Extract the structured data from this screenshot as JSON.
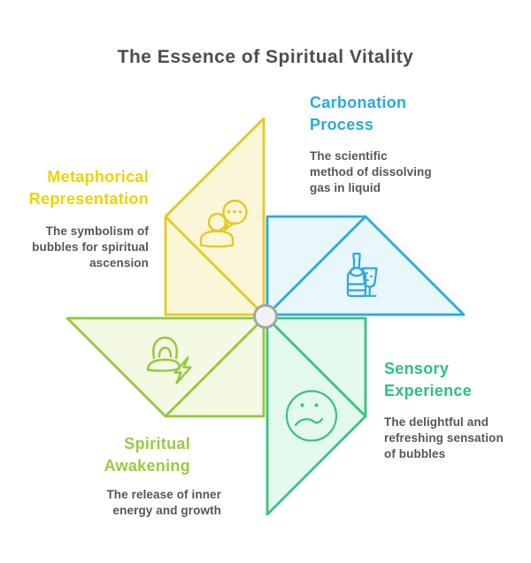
{
  "title": "The Essence of Spiritual Vitality",
  "colors": {
    "title_text": "#4D4D50",
    "body_text": "#55565A",
    "background": "#FFFFFF",
    "hub_fill": "#F1F1F2",
    "hub_stroke": "#A5A5A5"
  },
  "sections": {
    "carbonation": {
      "heading": [
        "Carbonation",
        "Process"
      ],
      "body": [
        "The scientific",
        "method of dissolving",
        "gas in liquid"
      ],
      "accent": "#2AA9DF",
      "blade_stroke": "#2AA8E0",
      "blade_fill": "#E8F6FD",
      "icon": "champagne-bottle-and-glass"
    },
    "metaphorical": {
      "heading": [
        "Metaphorical",
        "Representation"
      ],
      "body": [
        "The symbolism of",
        "bubbles for spiritual",
        "ascension"
      ],
      "accent": "#EDD303",
      "blade_stroke": "#E4C923",
      "blade_fill": "#FCF6D9",
      "icon": "person-with-speech-bubble"
    },
    "sensory": {
      "heading": [
        "Sensory",
        "Experience"
      ],
      "body": [
        "The delightful and",
        "refreshing sensation",
        "of bubbles"
      ],
      "accent": "#2FBF80",
      "blade_stroke": "#3CC183",
      "blade_fill": "#E3F9ED",
      "icon": "sad-face"
    },
    "spiritual": {
      "heading": [
        "Spiritual",
        "Awakening"
      ],
      "body": [
        "The release of inner",
        "energy and growth"
      ],
      "accent": "#9BCA3E",
      "blade_stroke": "#94C83D",
      "blade_fill": "#F3F9E2",
      "icon": "person-with-lightning-bolt"
    }
  }
}
